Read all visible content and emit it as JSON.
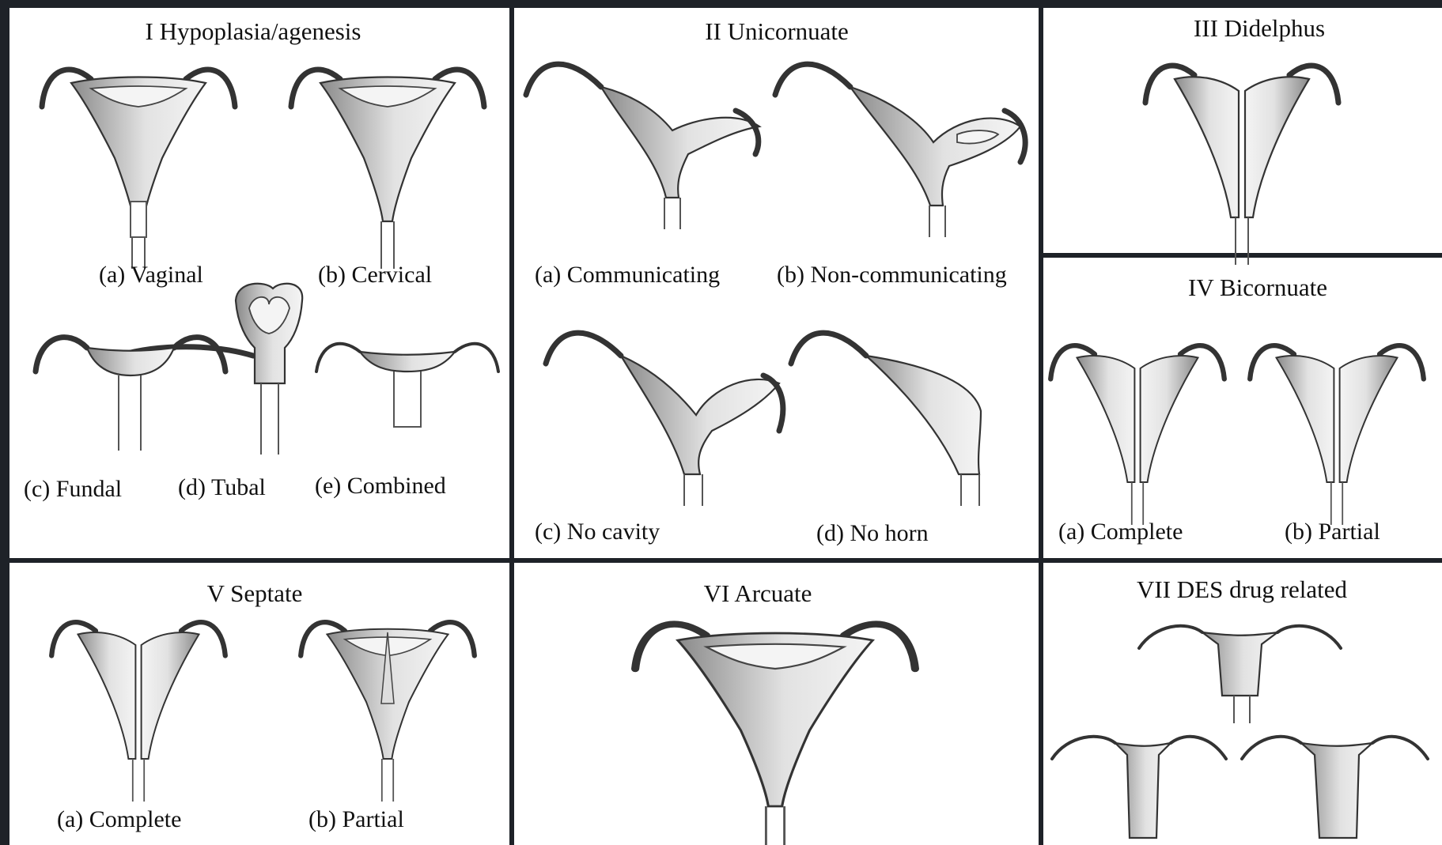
{
  "panels": [
    {
      "id": "I",
      "title": "I  Hypoplasia/agenesis",
      "labels": [
        "(a) Vaginal",
        "(b) Cervical",
        "(c) Fundal",
        "(d) Tubal",
        "(e) Combined"
      ]
    },
    {
      "id": "II",
      "title": "II  Unicornuate",
      "labels": [
        "(a) Communicating",
        "(b) Non-communicating",
        "(c) No cavity",
        "(d) No horn"
      ]
    },
    {
      "id": "III",
      "title": "III  Didelphus",
      "labels": []
    },
    {
      "id": "IV",
      "title": "IV  Bicornuate",
      "labels": [
        "(a) Complete",
        "(b) Partial"
      ]
    },
    {
      "id": "V",
      "title": "V  Septate",
      "labels": [
        "(a) Complete",
        "(b) Partial"
      ]
    },
    {
      "id": "VI",
      "title": "VI  Arcuate",
      "labels": []
    },
    {
      "id": "VII",
      "title": "VII  DES drug related",
      "labels": []
    }
  ],
  "colors": {
    "border": "#1e2228",
    "panel": "#ffffff",
    "shade_dark": "#8a8a8a",
    "shade_light": "#f0f0f0"
  }
}
